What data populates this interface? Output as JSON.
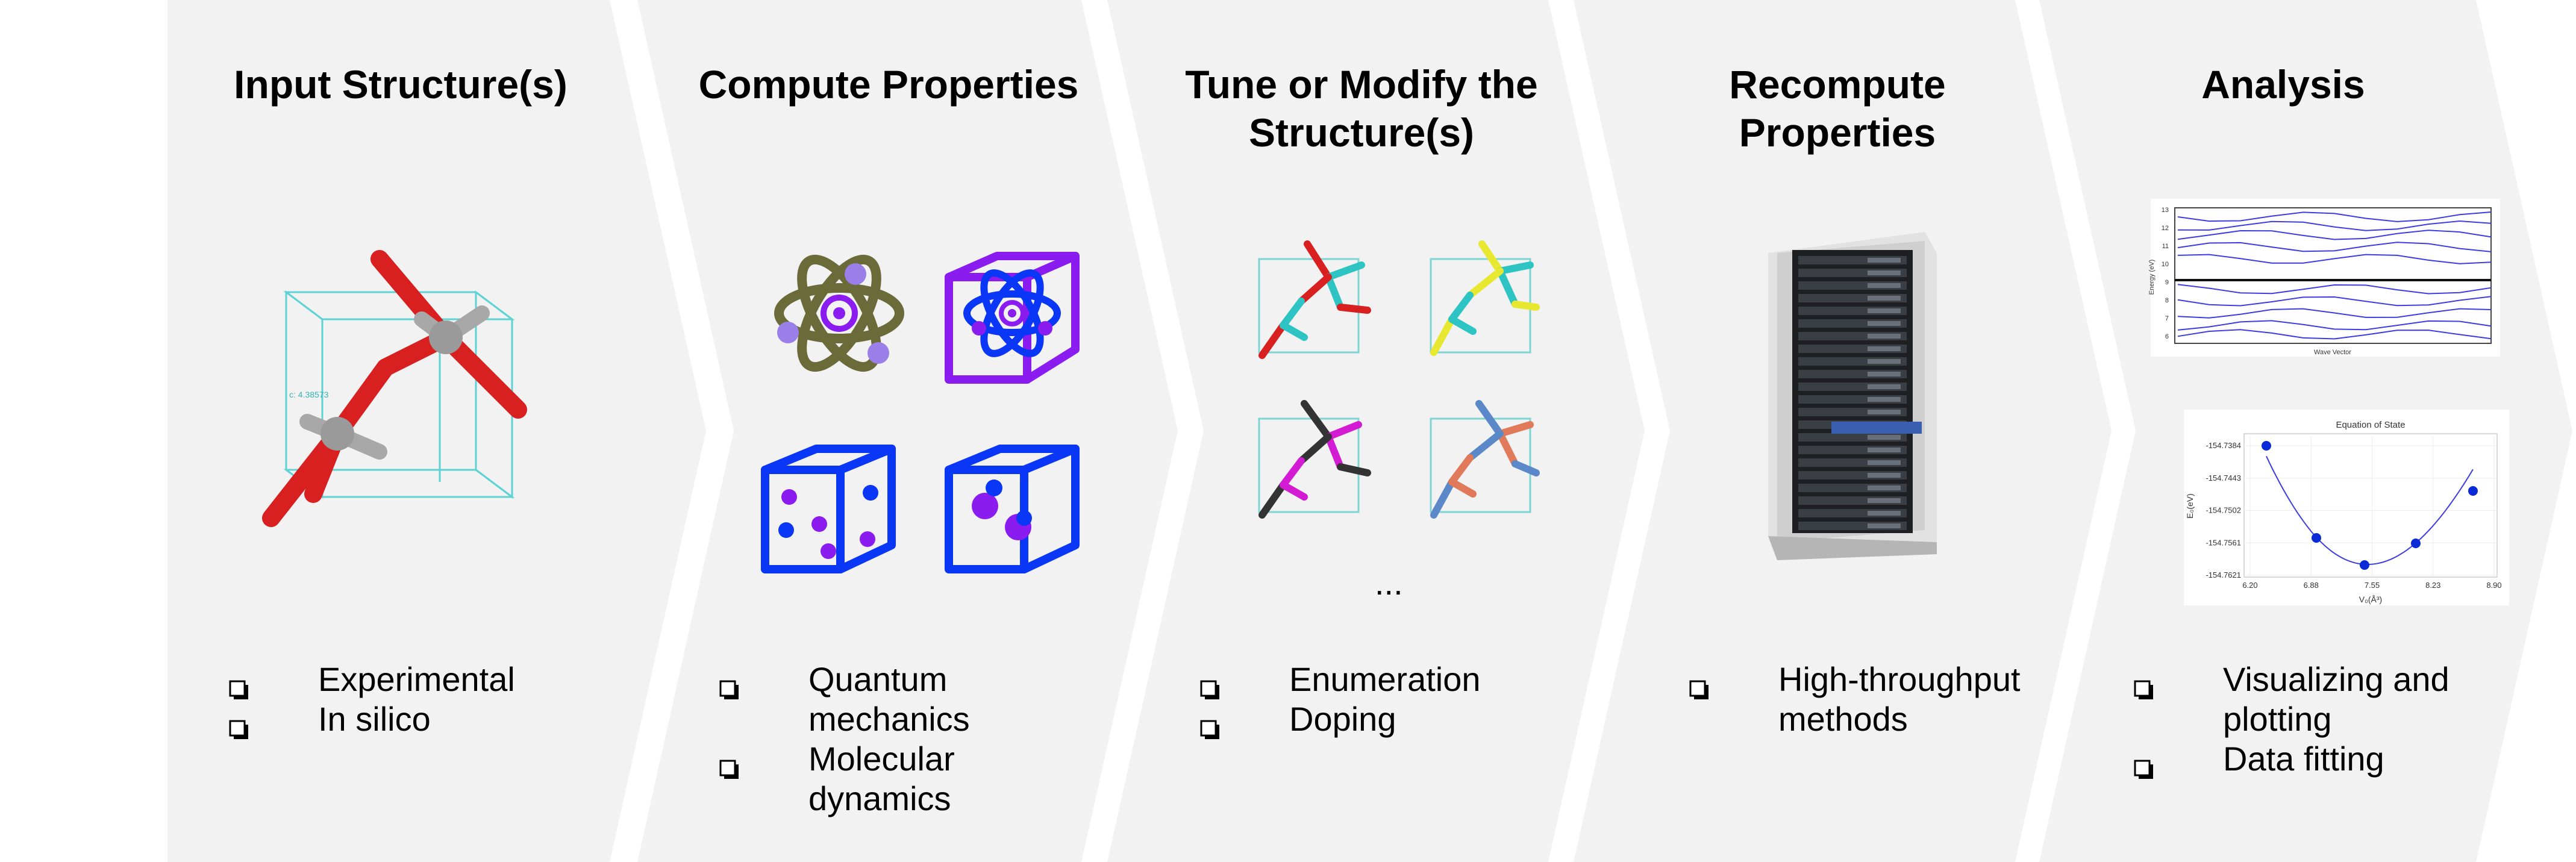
{
  "stages": [
    {
      "title": "Input Structure(s)",
      "bullets": [
        "Experimental",
        "In silico"
      ]
    },
    {
      "title": "Compute Properties",
      "bullets": [
        "Quantum\nmechanics",
        "Molecular\ndynamics"
      ]
    },
    {
      "title": "Tune or Modify the\nStructure(s)",
      "bullets": [
        "Enumeration",
        "Doping"
      ],
      "ellipsis": "..."
    },
    {
      "title": "Recompute\nProperties",
      "bullets": [
        "High-throughput\nmethods"
      ]
    },
    {
      "title": "Analysis",
      "bullets": [
        "Visualizing and\nplotting",
        "Data fitting"
      ]
    }
  ],
  "band_plot": {
    "ylabel": "Energy (eV)",
    "xlabel": "Wave Vector",
    "yticks": [
      "13",
      "12",
      "11",
      "10",
      "9",
      "8",
      "7",
      "6"
    ]
  },
  "eos_plot": {
    "title": "Equation of State",
    "xlabel": "V₀(Å³)",
    "ylabel": "E₀(eV)",
    "xticks": [
      "6.20",
      "6.88",
      "7.55",
      "8.23",
      "8.90"
    ],
    "yticks": [
      "-154.7384",
      "-154.7443",
      "-154.7502",
      "-154.7561",
      "-154.7621"
    ]
  },
  "structure_label": "c: 4.38573",
  "colors": {
    "chevron": "#f2f2f2",
    "cube_blue": "#0a36f5",
    "cube_purple": "#8b1cf0",
    "atom_olive": "#6b6b3a"
  }
}
